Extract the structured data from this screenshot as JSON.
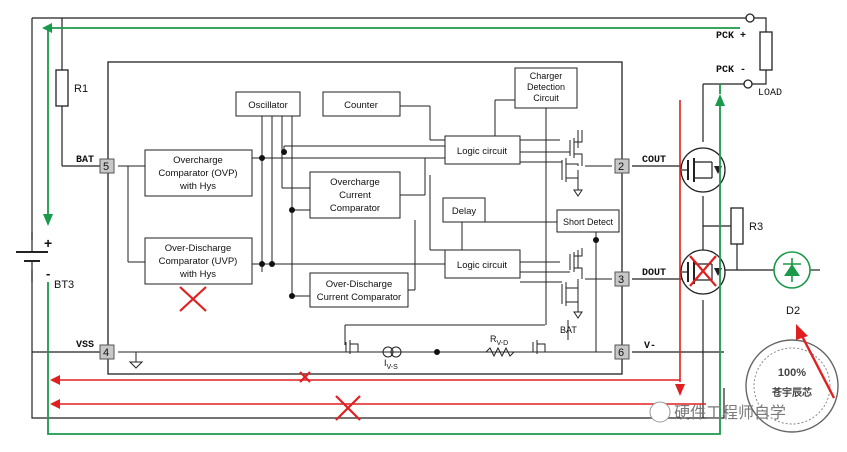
{
  "external": {
    "r1": "R1",
    "bat": "BAT",
    "vss": "VSS",
    "bt3": "BT3",
    "pck_plus": "PCK +",
    "pck_minus": "PCK -",
    "load": "LOAD",
    "cout": "COUT",
    "dout": "DOUT",
    "vminus": "V-",
    "r3": "R3",
    "d2": "D2",
    "plus": "+",
    "minus": "-"
  },
  "blocks": {
    "oscillator": "Oscillator",
    "counter": "Counter",
    "charger_detection": [
      "Charger",
      "Detection",
      "Circuit"
    ],
    "logic_circuit_1": "Logic circuit",
    "logic_circuit_2": "Logic circuit",
    "delay": "Delay",
    "short_detect": "Short Detect",
    "ovp": [
      "Overcharge",
      "Comparator (OVP)",
      "with Hys"
    ],
    "uvp": [
      "Over-Discharge",
      "Comparator (UVP)",
      "with Hys"
    ],
    "occ": [
      "Overcharge",
      "Current",
      "Comparator"
    ],
    "odcc": [
      "Over-Discharge",
      "Current Comparator"
    ],
    "bat_inner": "BAT",
    "rvd": "R",
    "rvd_sub": "V-D",
    "ivs": "I",
    "ivs_sub": "V-S"
  },
  "pins": {
    "p5": "5",
    "p4": "4",
    "p2": "2",
    "p3": "3",
    "p6": "6"
  },
  "watermark": {
    "text": "硬件工程师自学",
    "stamp_percent": "100%",
    "stamp_text": "苍宇辰芯"
  },
  "colors": {
    "green": "#1a9a4a",
    "red": "#e02020",
    "pin_fill": "#c8c8c8"
  }
}
